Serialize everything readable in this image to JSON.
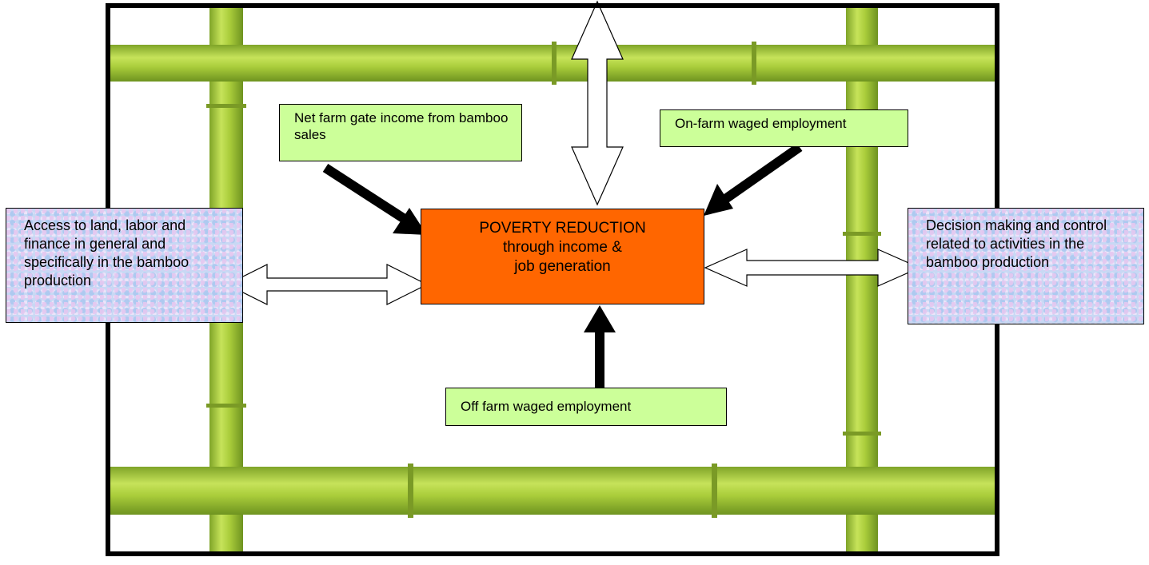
{
  "diagram": {
    "central": {
      "line1": "POVERTY REDUCTION",
      "line2": "through income &",
      "line3": "job generation"
    },
    "boxes": {
      "net_farm_income": "Net farm gate income from bamboo sales",
      "on_farm_employment": "On-farm waged employment",
      "off_farm_employment": "Off farm waged employment",
      "access": "Access to land, labor and finance in general and specifically in the bamboo production",
      "decision": "Decision making and control related to activities in the bamboo production"
    },
    "colors": {
      "central_fill": "#ff6600",
      "green_box": "#ccff99",
      "blue_box": "#c8d8f4",
      "bamboo": "#a8cc3a",
      "frame": "#000000"
    }
  }
}
